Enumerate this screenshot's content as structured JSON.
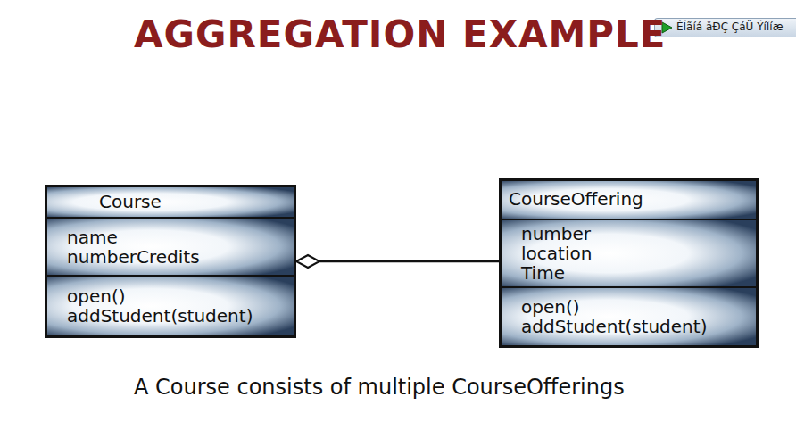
{
  "diagram": {
    "title": "AGGREGATION EXAMPLE",
    "caption": "A Course consists of multiple CourseOfferings",
    "nodes": [
      {
        "text": [
          "Course",
          "name numberCredits",
          "open() addStudent(student)"
        ]
      },
      {
        "text": [
          "CourseOffering",
          "number location Time",
          "open() addStudent(student)"
        ]
      }
    ],
    "edges": [
      {
        "from": 1,
        "to": 0,
        "arrow": "to"
      }
    ],
    "labels": [
      "ÊÍãíá åÐÇ ÇáÜ ÝíÏíæ"
    ]
  }
}
